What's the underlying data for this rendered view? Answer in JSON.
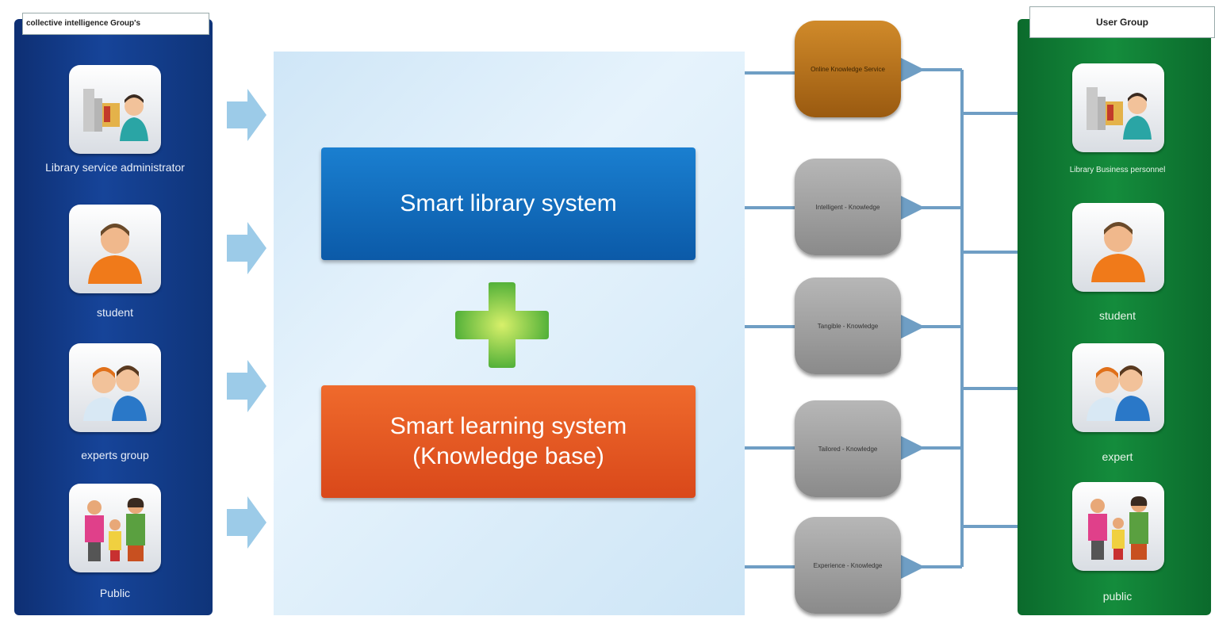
{
  "left_group": {
    "title": "collective intelligence Group's",
    "members": [
      {
        "label": "Library service administrator",
        "icon": "admin-icon"
      },
      {
        "label": "student",
        "icon": "student-icon"
      },
      {
        "label": "experts group",
        "icon": "experts-icon"
      },
      {
        "label": "Public",
        "icon": "public-icon"
      }
    ]
  },
  "center": {
    "system_top": "Smart library system",
    "system_bottom_line1": "Smart learning system",
    "system_bottom_line2": "(Knowledge base)"
  },
  "knowledge": [
    {
      "label": "Online Knowledge Service"
    },
    {
      "label": "Intelligent - Knowledge"
    },
    {
      "label": "Tangible - Knowledge"
    },
    {
      "label": "Tailored - Knowledge"
    },
    {
      "label": "Experience - Knowledge"
    }
  ],
  "right_group": {
    "title": "User Group",
    "members": [
      {
        "label": "Library Business personnel",
        "icon": "admin-icon"
      },
      {
        "label": "student",
        "icon": "student-icon"
      },
      {
        "label": "expert",
        "icon": "experts-icon"
      },
      {
        "label": "public",
        "icon": "public-icon"
      }
    ]
  },
  "colors": {
    "left_panel": "#164499",
    "right_panel": "#148c3c",
    "library_box": "#0b5aa8",
    "learning_box": "#d9481a",
    "online_box": "#b06e1c",
    "knowledge_box": "#a0a0a0",
    "connector": "#6f9ec4"
  }
}
